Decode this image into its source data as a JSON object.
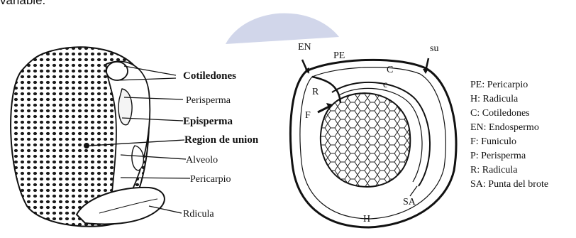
{
  "header_partial_text": "variable.",
  "left_diagram": {
    "labels": [
      "Cotiledones",
      "Perisperma",
      "Episperma",
      "Region de union",
      "Alveolo",
      "Pericarpio",
      "Rdicula"
    ]
  },
  "right_diagram": {
    "labels": {
      "en": "EN",
      "pe": "PE",
      "su": "su",
      "c_outer": "C",
      "c_inner": "c",
      "r": "R",
      "f": "F",
      "sa": "SA",
      "h": "H"
    },
    "legend": [
      "PE: Pericarpio",
      "H: Radicula",
      "C: Cotiledones",
      "EN: Endospermo",
      "F: Funiculo",
      "P: Perisperma",
      "R: Radicula",
      "SA: Punta del brote"
    ]
  },
  "colors": {
    "watermark": "#c9cfe6",
    "ink": "#111111"
  }
}
